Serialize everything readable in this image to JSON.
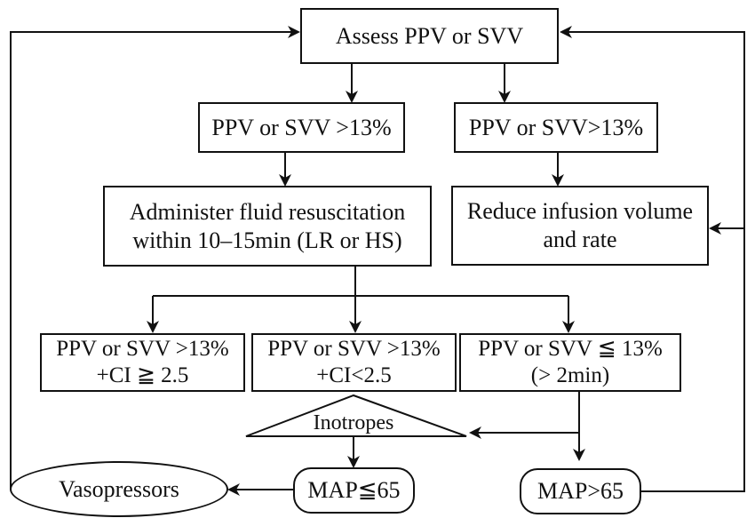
{
  "nodes": {
    "assess": "Assess PPV or SVV",
    "ppv_high": "PPV or SVV >13%",
    "ppv_low_branch": "PPV or SVV>13%",
    "fluid_line1": "Administer fluid resuscitation",
    "fluid_line2": "within 10–15min (LR or HS)",
    "reduce_line1": "Reduce infusion volume",
    "reduce_line2": "and rate",
    "case1_line1": "PPV or SVV >13%",
    "case1_line2": "+CI ≧ 2.5",
    "case2_line1": "PPV or SVV >13%",
    "case2_line2": "+CI<2.5",
    "case3_line1": "PPV or SVV ≦ 13%",
    "case3_line2": "(> 2min)",
    "inotropes": "Inotropes",
    "map_low": "MAP≦65",
    "map_high": "MAP>65",
    "vasopressors": "Vasopressors"
  }
}
